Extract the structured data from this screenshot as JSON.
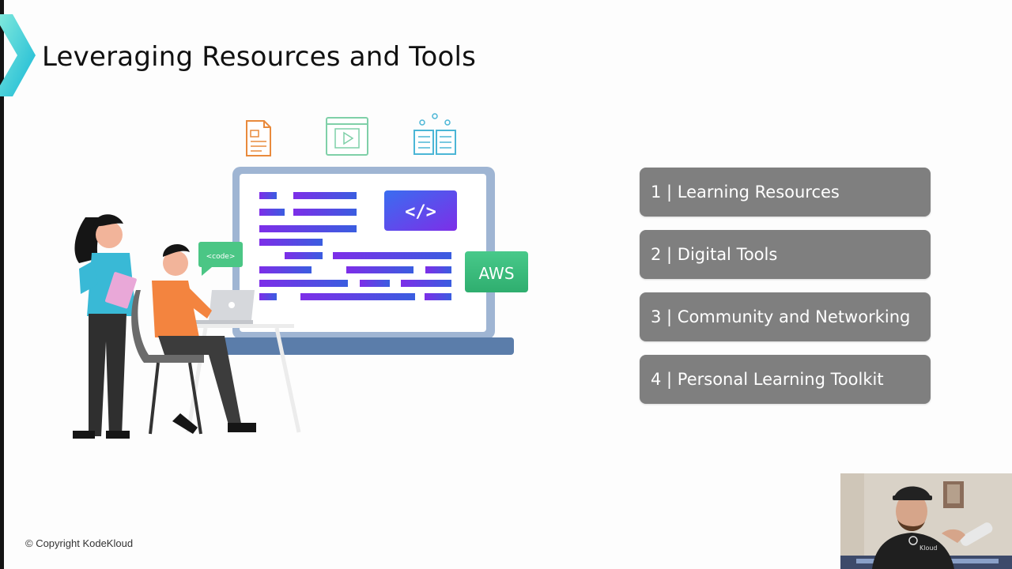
{
  "slide": {
    "title": "Leveraging Resources and Tools",
    "items": [
      {
        "label": "1 | Learning Resources"
      },
      {
        "label": "2 | Digital Tools"
      },
      {
        "label": "3 | Community and Networking"
      },
      {
        "label": "4 | Personal Learning Toolkit"
      }
    ],
    "illustration": {
      "code_tag_text": "</>",
      "code_badge_text": "<code>",
      "aws_badge_text": "AWS",
      "icons": [
        "document-icon",
        "video-player-icon",
        "open-book-icon"
      ]
    },
    "footer": "© Copyright KodeKloud"
  },
  "webcam": {
    "shirt_logo_text": "Kloud"
  },
  "colors": {
    "accent_teal": "#39d6c6",
    "card_gray": "#7f7f7f",
    "code_gradient_start": "#3a6df0",
    "code_gradient_end": "#7d2ee8",
    "aws_green": "#3fc380"
  }
}
